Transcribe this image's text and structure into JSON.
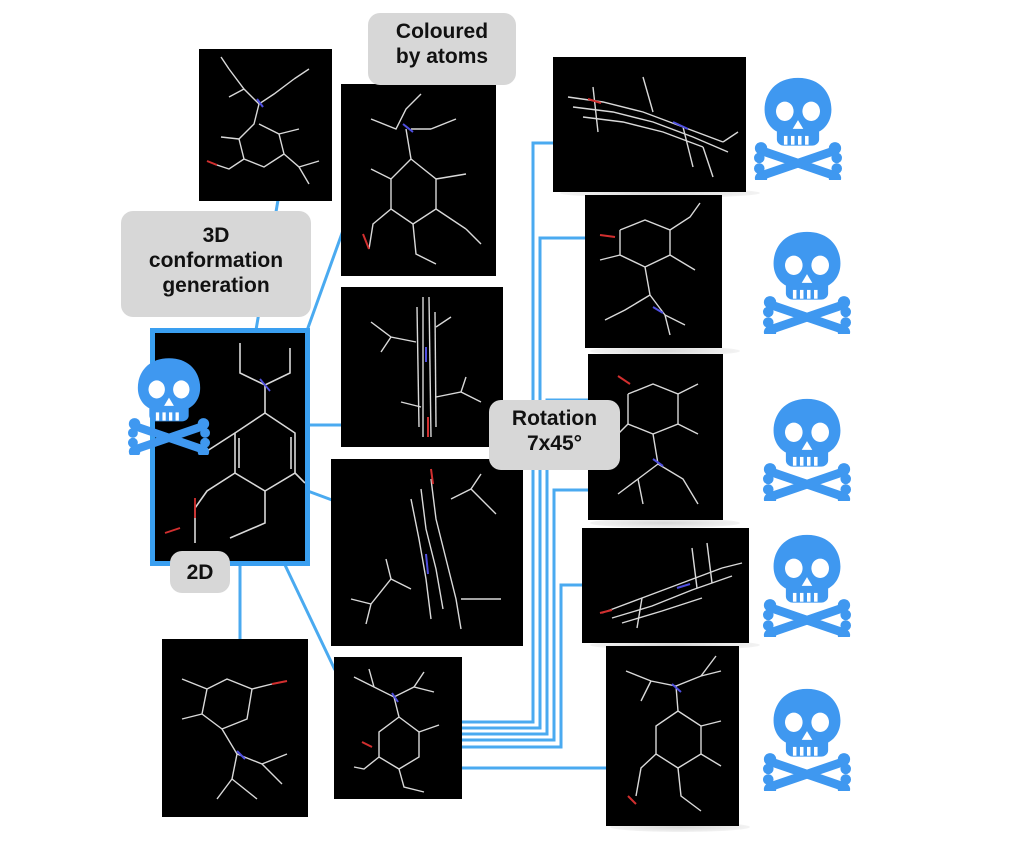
{
  "labels": {
    "colour": "Coloured\nby atoms",
    "conformation": "3D\nconformation\ngeneration",
    "rotation": "Rotation\n7x45°",
    "twod": "2D"
  },
  "colors": {
    "connector": "#4aaaf0",
    "skull": "#3f98f0",
    "highlight_border": "#3a9ff0",
    "panel_background": "#000000",
    "bond": "#d9d9d9",
    "nitrogen": "#4f4fe0",
    "oxygen": "#d22f2f",
    "label_background": "#d7d7d7"
  },
  "icons": {
    "skull": "skull-crossbones-icon"
  }
}
